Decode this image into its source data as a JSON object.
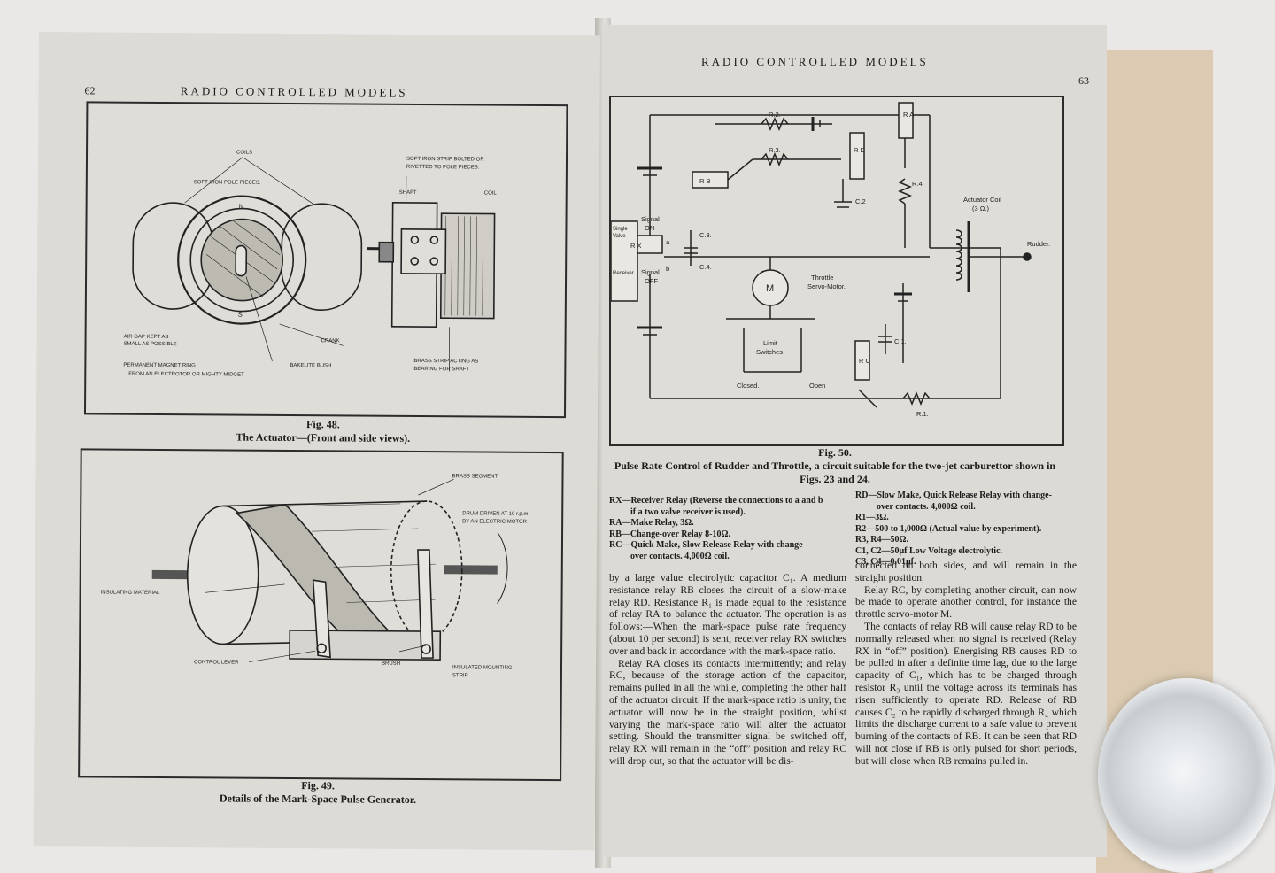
{
  "left_page": {
    "page_number": "62",
    "running_head": "RADIO CONTROLLED MODELS",
    "fig48": {
      "labels": {
        "coils": "COILS",
        "pole_pieces": "SOFT IRON POLE PIECES.",
        "north": "N",
        "south": "S",
        "strip_line1": "SOFT IRON STRIP BOLTED OR",
        "strip_line2": "RIVETTED TO POLE PIECES.",
        "shaft": "SHAFT",
        "coil": "COIL",
        "air_gap_line1": "AIR GAP KEPT AS",
        "air_gap_line2": "SMALL AS POSSIBLE",
        "crank": "CRANK",
        "magnet_line1": "PERMANENT MAGNET RING",
        "magnet_line2": "FROM AN ELECTROTOR OR MIGHTY MIDGET",
        "bakelite": "BAKELITE BUSH",
        "brass_line1": "BRASS STRIP ACTING AS",
        "brass_line2": "BEARING FOR SHAFT"
      },
      "caption_number": "Fig. 48.",
      "caption_title": "The Actuator—(Front and side views)."
    },
    "fig49": {
      "labels": {
        "brass_segment": "BRASS SEGMENT",
        "drum_line1": "DRUM DRIVEN AT 10 r.p.m.",
        "drum_line2": "BY AN ELECTRIC MOTOR",
        "insulating": "INSULATING MATERIAL",
        "control_lever": "CONTROL LEVER",
        "brush": "BRUSH",
        "mounting_line1": "INSULATED MOUNTING",
        "mounting_line2": "STRIP"
      },
      "caption_number": "Fig. 49.",
      "caption_title": "Details of the Mark-Space Pulse Generator."
    }
  },
  "right_page": {
    "page_number": "63",
    "running_head": "RADIO CONTROLLED MODELS",
    "fig50": {
      "labels": {
        "ra": "R A",
        "rb": "R B",
        "rc": "R C",
        "rd": "R D",
        "rx": "R X",
        "r2": "R.2.",
        "r3": "R.3.",
        "r4": "R.4.",
        "r1": "R.1.",
        "c2": "C.2",
        "c3": "C.3.",
        "c4": "C.4.",
        "c1": "C.1.",
        "actuator_coil_line1": "Actuator Coil",
        "actuator_coil_line2": "(3 Ω.)",
        "rudder": "Rudder.",
        "signal_on_line1": "Signal",
        "signal_on_line2": "ON",
        "signal_off_line1": "Signal",
        "signal_off_line2": "OFF",
        "receiver_line1": "Single",
        "receiver_line2": "Valve",
        "receiver_line3": "Receiver.",
        "contact_a": "a",
        "contact_b": "b",
        "motor": "M",
        "throttle_line1": "Throttle",
        "throttle_line2": "Servo-Motor.",
        "limit_line1": "Limit",
        "limit_line2": "Switches",
        "closed": "Closed.",
        "open": "Open"
      },
      "caption_number": "Fig. 50.",
      "caption_title": "Pulse Rate Control of Rudder and Throttle, a circuit suitable for the two-jet carburettor shown in Figs. 23 and 24."
    },
    "legend_left": [
      "RX—Receiver Relay (Reverse the connections to a and b",
      "if a two valve receiver is used).",
      "RA—Make Relay, 3Ω.",
      "RB—Change-over Relay 8-10Ω.",
      "RC—Quick Make, Slow Release Relay with change-",
      "over contacts.   4,000Ω coil."
    ],
    "legend_right": [
      "RD—Slow Make, Quick Release Relay with change-",
      "over contacts.   4,000Ω coil.",
      "R1—3Ω.",
      "R2—500 to 1,000Ω (Actual value by experiment).",
      "R3, R4—50Ω.",
      "C1, C2—50μf Low Voltage electrolytic.",
      "C3, C4—0.01μf."
    ],
    "body_left": [
      "by a large value electrolytic capacitor C₁. A medium resistance relay RB closes the circuit of a slow-make relay RD. Resistance R₁ is made equal to the resistance of relay RA to balance the actuator. The operation is as follows:—When the mark-space pulse rate frequency (about 10 per second) is sent, receiver relay RX switches over and back in accordance with the mark-space ratio.",
      "Relay RA closes its contacts intermittently; and relay RC, because of the storage action of the capacitor, remains pulled in all the while, completing the other half of the actuator circuit. If the mark-space ratio is unity, the actuator will now be in the straight position, whilst varying the mark-space ratio will alter the actuator setting. Should the transmitter signal be switched off, relay RX will remain in the “off” position and relay RC will drop out, so that the actuator will be dis-"
    ],
    "body_right": [
      "connected on both sides, and will remain in the straight position.",
      "Relay RC, by completing another circuit, can now be made to operate another control, for instance the throttle servo-motor M.",
      "The contacts of relay RB will cause relay RD to be normally released when no signal is received (Relay RX in “off” position). Energising RB causes RD to be pulled in after a definite time lag, due to the large capacity of C₁, which has to be charged through resistor R₃ until the voltage across its terminals has risen sufficiently to operate RD. Release of RB causes C₂ to be rapidly discharged through R₄ which limits the discharge current to a safe value to prevent burning of the contacts of RB. It can be seen that RD will not close if RB is only pulsed for short periods, but will close when RB remains pulled in."
    ]
  }
}
